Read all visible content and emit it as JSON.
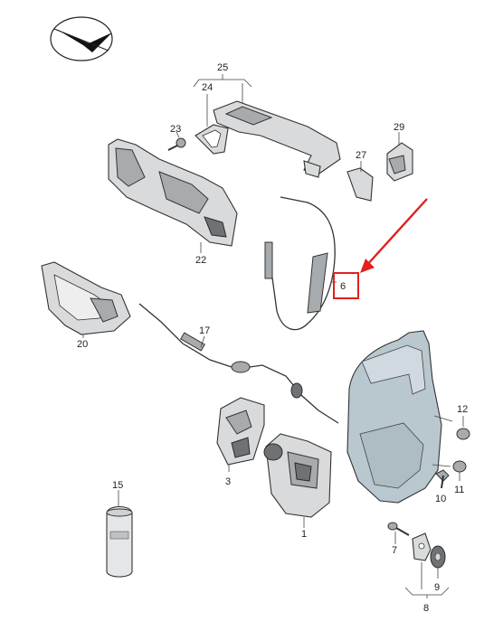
{
  "logo": {
    "name": "vw-parts-logo"
  },
  "callouts": [
    {
      "id": "c25",
      "text": "25"
    },
    {
      "id": "c24",
      "text": "24"
    },
    {
      "id": "c23",
      "text": "23"
    },
    {
      "id": "c29",
      "text": "29"
    },
    {
      "id": "c27",
      "text": "27"
    },
    {
      "id": "c22",
      "text": "22"
    },
    {
      "id": "c6",
      "text": "6"
    },
    {
      "id": "c20",
      "text": "20"
    },
    {
      "id": "c17",
      "text": "17"
    },
    {
      "id": "c12",
      "text": "12"
    },
    {
      "id": "c3",
      "text": "3"
    },
    {
      "id": "c15",
      "text": "15"
    },
    {
      "id": "c1",
      "text": "1"
    },
    {
      "id": "c10",
      "text": "10"
    },
    {
      "id": "c11",
      "text": "11"
    },
    {
      "id": "c7",
      "text": "7"
    },
    {
      "id": "c9",
      "text": "9"
    },
    {
      "id": "c8",
      "text": "8"
    }
  ],
  "highlight": {
    "callout": "6",
    "color": "#e02020"
  }
}
